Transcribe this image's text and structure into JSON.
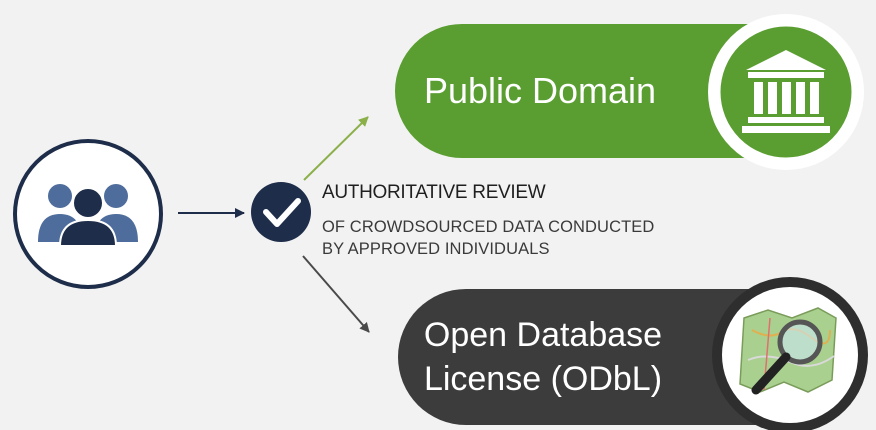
{
  "review": {
    "heading": "AUTHORITATIVE REVIEW",
    "line1": "OF CROWDSOURCED DATA CONDUCTED",
    "line2": "BY APPROVED INDIVIDUALS"
  },
  "public_domain": {
    "label": "Public Domain"
  },
  "odbl": {
    "line1": "Open Database",
    "line2": "License (ODbL)"
  },
  "colors": {
    "navy": "#1e2d4a",
    "green": "#5a9e31",
    "dark": "#3c3c3c",
    "background": "#f2f2f2"
  }
}
